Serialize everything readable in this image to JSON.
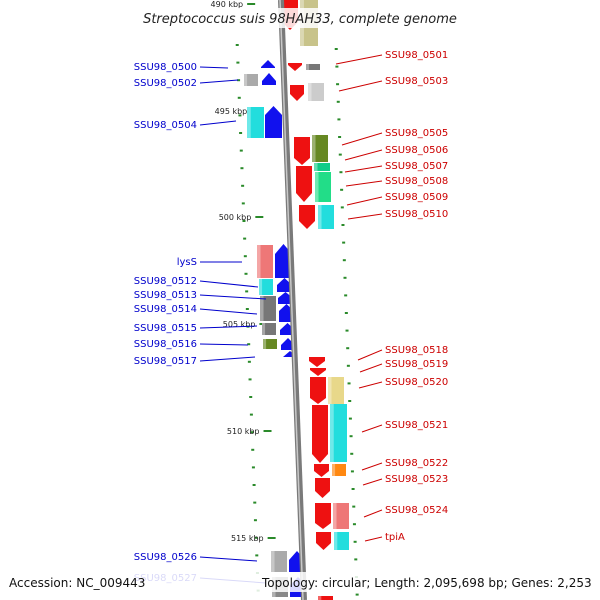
{
  "title": "Streptococcus suis 98HAH33, complete genome",
  "footer": {
    "accession": "Accession: NC_009443",
    "topology": "Topology: circular; Length: 2,095,698 bp; Genes: 2,253"
  },
  "colors": {
    "backbone": "#8c8c8c",
    "kbp_tick": "#2a8a2a",
    "left_label": "#0000cc",
    "right_label": "#cc0000"
  },
  "kbp_marks": [
    "490 kbp",
    "495 kbp",
    "500 kbp",
    "505 kbp",
    "510 kbp",
    "515 kbp"
  ],
  "left_genes": [
    "SSU98_0500",
    "SSU98_0502",
    "SSU98_0504",
    "lysS",
    "SSU98_0512",
    "SSU98_0513",
    "SSU98_0514",
    "SSU98_0515",
    "SSU98_0516",
    "SSU98_0517",
    "SSU98_0526",
    "SSU98_0527"
  ],
  "right_genes": [
    "SSU98_0501",
    "SSU98_0503",
    "SSU98_0505",
    "SSU98_0506",
    "SSU98_0507",
    "SSU98_0508",
    "SSU98_0509",
    "SSU98_0510",
    "SSU98_0518",
    "SSU98_0519",
    "SSU98_0520",
    "SSU98_0521",
    "SSU98_0522",
    "SSU98_0523",
    "SSU98_0524",
    "tpiA"
  ]
}
